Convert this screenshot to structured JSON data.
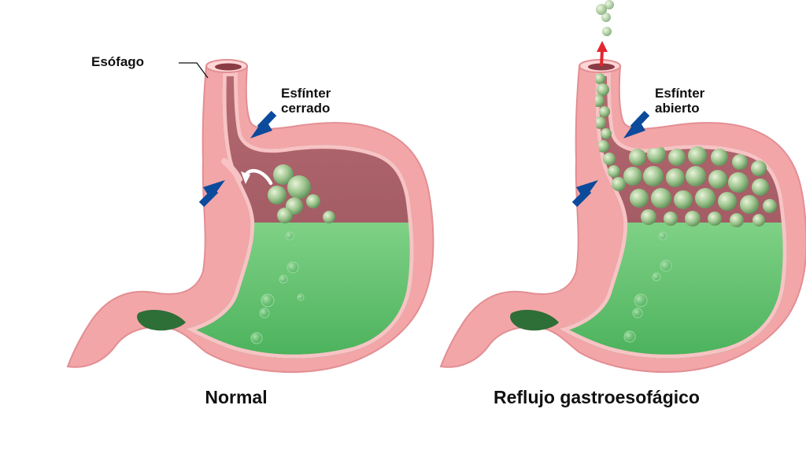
{
  "labels": {
    "esophagus": "Esófago",
    "closed_sphincter": [
      "Esfínter",
      "cerrado"
    ],
    "open_sphincter": [
      "Esfínter",
      "abierto"
    ]
  },
  "captions": {
    "normal": "Normal",
    "reflux": "Reflujo gastroesofágico"
  },
  "colors": {
    "wall": "#f2a6a8",
    "wall_edge": "#e38e93",
    "lining": "#f7c3c4",
    "cavity": "#a75a62",
    "acid": "#5cc06a",
    "acid_light": "#86d58e",
    "bubble": "#9fc58f",
    "arrow_blue": "#0c4a9c",
    "arrow_red": "#e3262e",
    "pylorus": "#2e6e37"
  }
}
